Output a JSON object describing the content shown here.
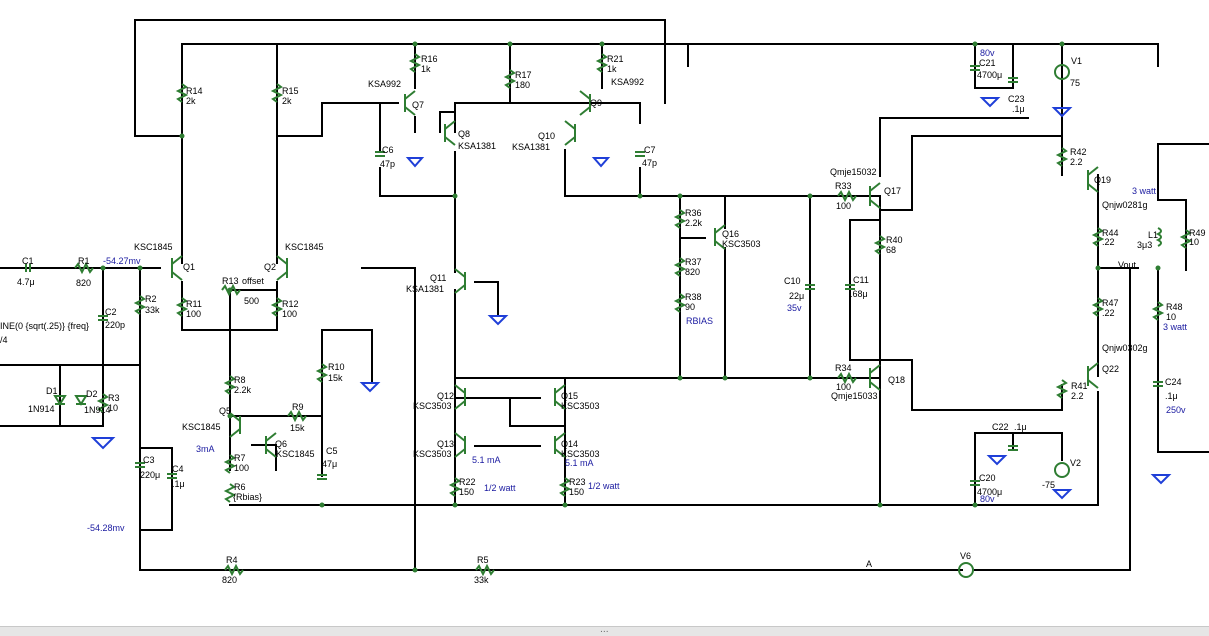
{
  "components": {
    "c1": [
      "C1",
      "4.7μ"
    ],
    "r1": [
      "R1",
      "820"
    ],
    "c2": [
      "C2",
      "220p"
    ],
    "r2": [
      "R2",
      "33k"
    ],
    "r3": [
      "R3",
      "10"
    ],
    "d1": [
      "D1",
      "1N914"
    ],
    "d2": [
      "D2",
      "1N914"
    ],
    "c3": [
      "C3",
      "220μ"
    ],
    "c4": [
      "C4",
      ".1μ"
    ],
    "r4": [
      "R4",
      "820"
    ],
    "r5": [
      "R5",
      "33k"
    ],
    "q1": [
      "Q1",
      "KSC1845"
    ],
    "q2": [
      "Q2",
      "KSC1845"
    ],
    "r14": [
      "R14",
      "2k"
    ],
    "r15": [
      "R15",
      "2k"
    ],
    "r11": [
      "R11",
      "100"
    ],
    "r12": [
      "R12",
      "100"
    ],
    "r13": [
      "R13",
      "500",
      "offset"
    ],
    "r8": [
      "R8",
      "2.2k"
    ],
    "q5": [
      "Q5",
      "KSC1845"
    ],
    "r7": [
      "R7",
      "100"
    ],
    "r6": [
      "R6",
      "{Rbias}"
    ],
    "r9": [
      "R9",
      "15k"
    ],
    "q6": [
      "Q6",
      "KSC1845"
    ],
    "c5": [
      "C5",
      "47μ"
    ],
    "r10": [
      "R10",
      "15k"
    ],
    "r16": [
      "R16",
      "1k"
    ],
    "q7": [
      "Q7",
      "KSA992"
    ],
    "c6": [
      "C6",
      "47p"
    ],
    "q8": [
      "Q8",
      "KSA1381"
    ],
    "r17": [
      "R17",
      "180"
    ],
    "r21": [
      "R21",
      "1k"
    ],
    "q9": [
      "Q9",
      "KSA992"
    ],
    "q10": [
      "Q10",
      "KSA1381"
    ],
    "c7": [
      "C7",
      "47p"
    ],
    "q11": [
      "Q11",
      "KSA1381"
    ],
    "q12": [
      "Q12",
      "KSC3503"
    ],
    "q13": [
      "Q13",
      "KSC3503"
    ],
    "q14": [
      "Q14",
      "KSC3503"
    ],
    "q15": [
      "Q15",
      "KSC3503"
    ],
    "r22": [
      "R22",
      "150"
    ],
    "r23": [
      "R23",
      "150"
    ],
    "r36": [
      "R36",
      "2.2k"
    ],
    "q16": [
      "Q16",
      "KSC3503"
    ],
    "r37": [
      "R37",
      "820"
    ],
    "r38": [
      "R38",
      "90"
    ],
    "c10": [
      "C10",
      "22μ",
      "35v"
    ],
    "r33": [
      "R33",
      "100"
    ],
    "q17": [
      "Q17",
      "Qmje15032"
    ],
    "r40": [
      "R40",
      "68"
    ],
    "c11": [
      "C11",
      ".68μ"
    ],
    "r34": [
      "R34",
      "100"
    ],
    "q18": [
      "Q18",
      "Qmje15033"
    ],
    "c21": [
      "C21",
      "4700μ",
      "80v"
    ],
    "c23": [
      "C23",
      ".1μ"
    ],
    "v1": [
      "V1",
      "75"
    ],
    "r42": [
      "R42",
      "2.2"
    ],
    "q19": [
      "Q19",
      "Qnjw0281g"
    ],
    "r44": [
      "R44",
      ".22"
    ],
    "l1": [
      "L1",
      "3μ3"
    ],
    "r49": [
      "R49",
      "10"
    ],
    "r48": [
      "R48",
      "10"
    ],
    "r47": [
      "R47",
      ".22"
    ],
    "q22": [
      "Q22",
      "Qnjw0302g"
    ],
    "r41": [
      "R41",
      "2.2"
    ],
    "c24": [
      "C24",
      ".1μ",
      "250v"
    ],
    "c20": [
      "C20",
      "4700μ",
      "80v"
    ],
    "c22": [
      "C22",
      ".1μ"
    ],
    "v2": [
      "V2",
      "-75"
    ],
    "v6": [
      "V6"
    ]
  },
  "annotations": {
    "vin_node": "-54.27mv",
    "vfb_node": "-54.28mv",
    "source": "INE(0 {sqrt(.25)} {freq}",
    "source_line2": "/4",
    "q5_current": "3mA",
    "q13_current": "5.1 mA",
    "q14_current": "5.1 mA",
    "r22_power": "1/2 watt",
    "r23_power": "1/2 watt",
    "rbias": "RBIAS",
    "r49_power": "3 watt",
    "r48_power": "3 watt",
    "vout": "Vout",
    "node_a": "A"
  },
  "colors": {
    "wire": "#000000",
    "component": "#2e7d32",
    "annotation": "#1a1aa0",
    "ground": "#1f3fd8"
  },
  "statusbar": {
    "grip": "..."
  }
}
